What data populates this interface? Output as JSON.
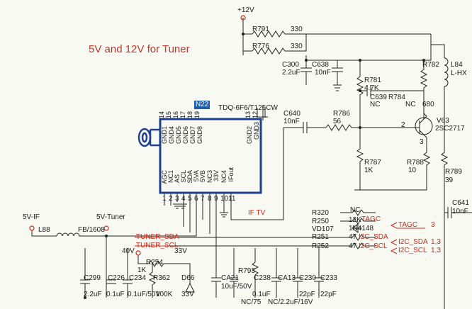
{
  "title": "5V and 12V for Tuner",
  "tuner": {
    "ref": "N22",
    "part": "TDQ-6F6/T126CW",
    "top_pins": [
      "14",
      "15",
      "16",
      "17",
      "18",
      "19"
    ],
    "top_names": [
      "GND1",
      "GND4",
      "GND5",
      "GND6",
      "GND7",
      "GND8"
    ],
    "right_pins": [
      "13",
      "12"
    ],
    "right_names": [
      "GND2",
      "GND3"
    ],
    "bottom_names": [
      "AGC",
      "NC1",
      "AS",
      "SCL",
      "SDA",
      "5VA",
      "5VB",
      "NC3",
      "33V",
      "NC4",
      "IFout"
    ],
    "bottom_pins": [
      "1",
      "2",
      "3",
      "4",
      "5",
      "6",
      "7",
      "8",
      "9",
      "10",
      "11"
    ]
  },
  "power": {
    "v12": "+12V",
    "v5if": "5V-IF",
    "v5tuner": "5V-Tuner",
    "v40": "40V",
    "v33": "33V"
  },
  "nets": {
    "tuner_sda": "TUNER_SDA",
    "tuner_scl": "TUNER_SCL",
    "if_tv": "IF TV"
  },
  "components": {
    "r791": "R791",
    "r791_val": "330",
    "r776": "R776",
    "r776_val": "330",
    "c300": "C300",
    "c300_val": "2.2uF",
    "c638": "C638",
    "c638_val": "10nF",
    "l84": "L84",
    "l84_val": "L-HX",
    "r781": "R781",
    "r781_val": "4.7K",
    "r782": "R782",
    "c639": "C639",
    "c639_val": "NC",
    "r784": "R784",
    "r784_val": "NC",
    "r782_val": "680",
    "c640": "C640",
    "c640_val": "10nF",
    "r786": "R786",
    "r786_val": "56",
    "v63": "V63",
    "v63_val": "2SC2717",
    "pin2": "2",
    "pin3": "3",
    "r787": "R787",
    "r787_val": "1K",
    "r788": "R788",
    "r788_val": "10",
    "r789": "R789",
    "r789_val": "39",
    "c641": "C641",
    "c641_val": "10nF",
    "r320": "R320",
    "r320_val": "NC",
    "r250": "R250",
    "r250_val": "12K",
    "vd107": "VD107",
    "vd107_val": "1N4148",
    "r251": "R251",
    "r251_val": "47",
    "r252": "R252",
    "r252_val": "47",
    "tagc_lbl": "TAGC",
    "tagc_port": "TAGC",
    "tagc_pin": "3",
    "i2c_sda_lbl": "I2C_SDA",
    "i2c_sda_port": "I2C_SDA",
    "i2c_sda_pin": "1,3",
    "i2c_scl_lbl": "I2C_SCL",
    "i2c_scl_port": "I2C_SCL",
    "i2c_scl_pin": "1,3",
    "l88": "L88",
    "l88_val": "FB/1608",
    "r254": "R254",
    "r254_val": "1K",
    "c299": "C299",
    "c299_val": "2.2uF",
    "c226": "C226",
    "c226_val": "0.1uF",
    "c234": "C234",
    "c234_val": "0.1uF/50V",
    "r362": "R362",
    "r362_val": "100K",
    "d66": "D66",
    "d66_val": "33V",
    "ca21": "CA21",
    "ca21_val": "10uF/50V",
    "r793": "R793",
    "r793_val": "NC/75",
    "c238": "C238",
    "c238_val": "0.1uF",
    "ca13": "CA13",
    "ca13_val": "NC/2.2uF/16V",
    "c230": "C230",
    "c230_val": "22pF",
    "c233": "C233",
    "c233_val": "22pF"
  },
  "colors": {
    "wire": "#222222",
    "net_red": "#cc2a1a",
    "box_blue": "#1f3f8f",
    "bg": "#f8f9f3"
  }
}
